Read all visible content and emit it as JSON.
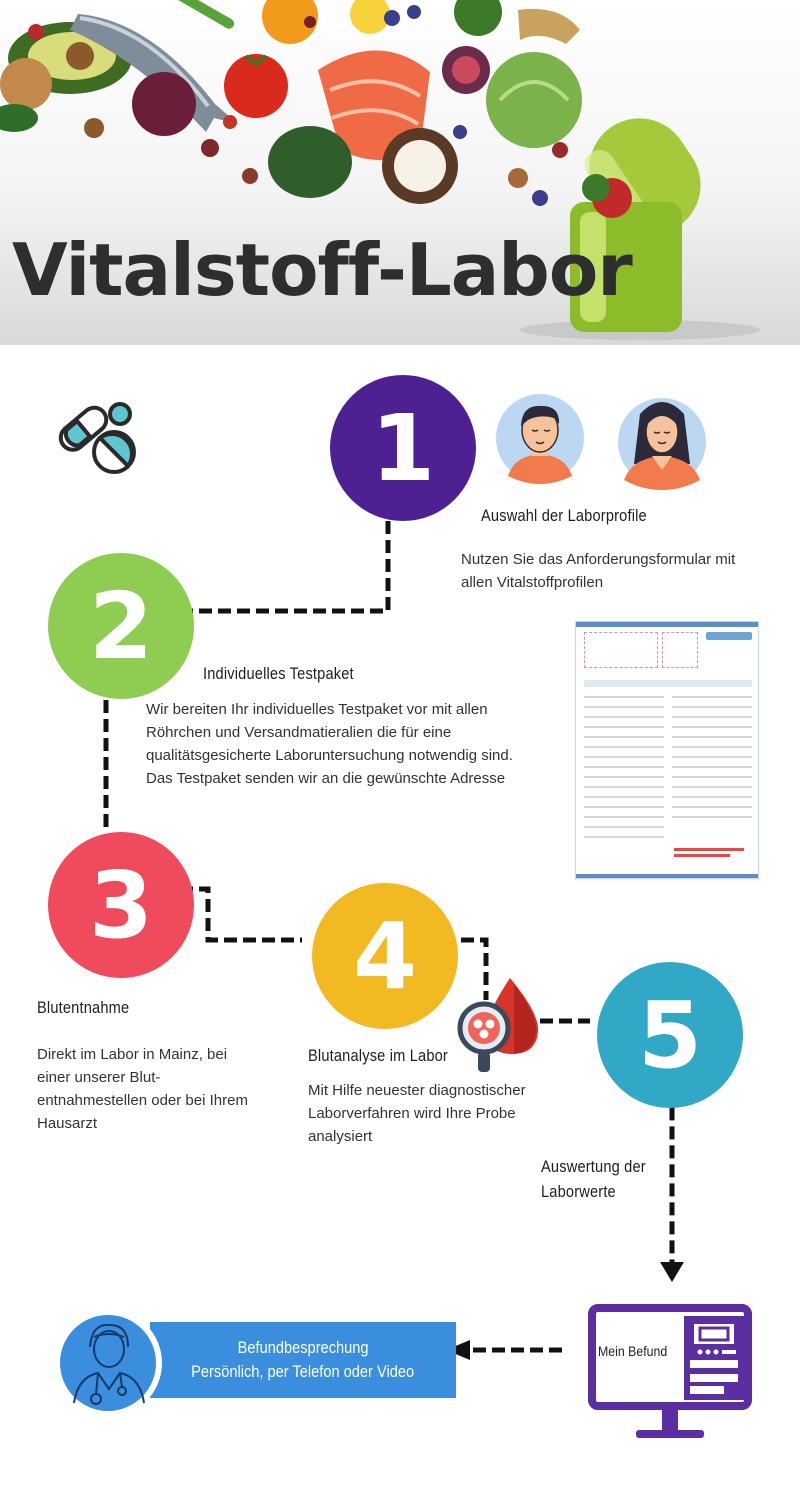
{
  "header": {
    "title": "Vitalstoff-Labor"
  },
  "steps": [
    {
      "number": "1",
      "title": "Auswahl der Laborprofile",
      "description": "Nutzen Sie das Anforderungsformular mit allen Vitalstoffprofilen",
      "color": "#4e2192"
    },
    {
      "number": "2",
      "title": "Individuelles Testpaket",
      "description": "Wir bereiten Ihr individuelles Testpaket vor mit allen Röhrchen und Versandmatieralien die für eine qualitätsgesicherte Laboruntersuchung notwendig sind. Das Testpaket senden wir an die gewünschte Adresse",
      "color": "#8fcd52"
    },
    {
      "number": "3",
      "title": "Blutentnahme",
      "description": "Direkt im Labor in Mainz, bei einer unserer Blut-entnahmestellen oder bei Ihrem Hausarzt",
      "color": "#ef4b5c"
    },
    {
      "number": "4",
      "title": "Blutanalyse im Labor",
      "description": "Mit Hilfe neuester diagnostischer Laborverfahren wird Ihre Probe analysiert",
      "color": "#f2b922"
    },
    {
      "number": "5",
      "title_line1": "Auswertung der",
      "title_line2": "Laborwerte",
      "color": "#31a8c6"
    }
  ],
  "result": {
    "monitor_label": "Mein Befund",
    "banner_line1": "Befundbesprechung",
    "banner_line2": "Persönlich, per Telefon oder Video",
    "banner_color": "#3b8ddd"
  },
  "icons": {
    "pill": "pill-capsule-icon",
    "man": "man-avatar-icon",
    "woman": "woman-avatar-icon",
    "blood": "blood-drop-magnifier-icon",
    "monitor": "monitor-report-icon",
    "doctor": "doctor-icon",
    "document": "request-form-document"
  }
}
